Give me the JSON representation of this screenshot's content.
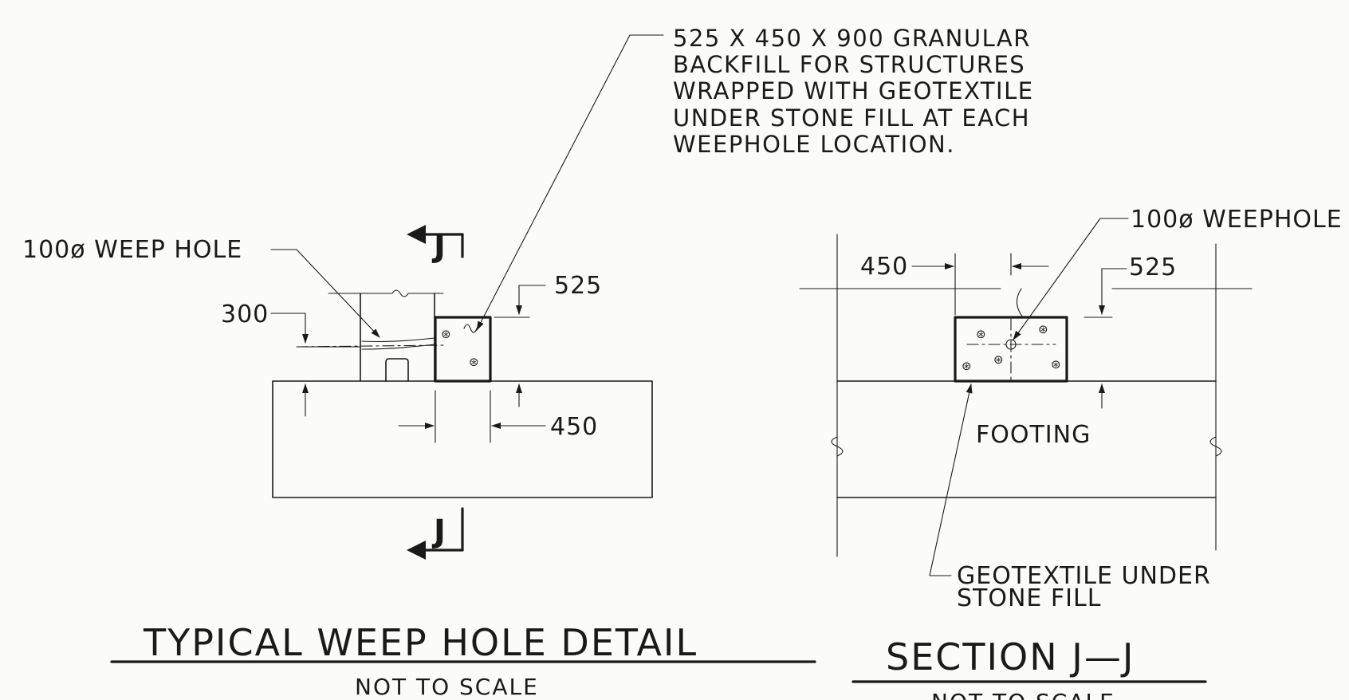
{
  "left_detail": {
    "weep_hole_label": "100ø WEEP HOLE",
    "dim_300": "300",
    "dim_525": "525",
    "dim_450": "450",
    "section_mark": "J",
    "title": "TYPICAL WEEP HOLE DETAIL",
    "subtitle": "NOT TO SCALE"
  },
  "backfill_note": {
    "lines": [
      "525 X 450 X 900 GRANULAR",
      "BACKFILL FOR STRUCTURES",
      "WRAPPED WITH GEOTEXTILE",
      "UNDER STONE FILL AT EACH",
      "WEEPHOLE LOCATION."
    ]
  },
  "right_section": {
    "weephole_label": "100ø WEEPHOLE",
    "dim_450": "450",
    "dim_525": "525",
    "footing_label": "FOOTING",
    "geotextile_lines": [
      "GEOTEXTILE UNDER",
      "STONE FILL"
    ],
    "title": "SECTION J—J",
    "subtitle": "NOT TO SCALE"
  },
  "icons": {
    "aggregate": "aggregate-symbol",
    "break_line": "break-line-icon",
    "section_arrow": "section-cut-arrow-icon"
  }
}
